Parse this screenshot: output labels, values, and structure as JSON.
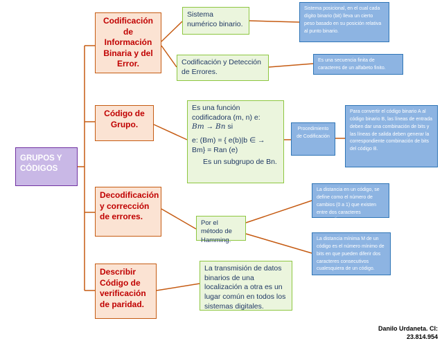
{
  "root": {
    "label": "GRUPOS Y CÓDIGOS"
  },
  "branches": [
    {
      "label": "Codificación de Información Binaria y del Error."
    },
    {
      "label": "Código de Grupo."
    },
    {
      "label": "Decodificación y corrección de errores."
    },
    {
      "label": "Describir Código de verificación de paridad."
    }
  ],
  "details": {
    "sistema_numerico": "Sistema numérico binario.",
    "sistema_posicional": "Sistema posicional, en el cual cada dígito binario (bit) lleva un cierto peso basado en su posición relativa al punto binario.",
    "codificacion_deteccion": "Codificación y Detección de Errores.",
    "secuencia_finita": "Es una secuencia finita de caracteres de un alfabeto finito.",
    "funcion_line1": "Es una función codificadora (m, n) e:",
    "funcion_map_from": "Bm",
    "funcion_map_to": "Bn",
    "funcion_si": "si",
    "funcion_line3": "e: (Bm) = { e(b)|b ∈ →",
    "funcion_line4": "Bm} = Ran (e)",
    "funcion_line5": "Es un subgrupo de Bn.",
    "procedimiento": "Procedimiento de Codificación",
    "convertir": "Para convertir el código binario A al código binario B, las líneas de entrada deben dar una combinación de bits y las líneas de salida deben generar la correspondiente combinación de bits del código B.",
    "distancia_codigo": "La distancia en un código, se define como el número de cambios (0 a 1) que existen entre dos caracteres consecutivos.",
    "hamming": "Por el método de Hamming.",
    "distancia_minima": "La distancia mínima M de un código es el número mínimo de bits en que pueden diferir dos caracteres consecutivos cualesquiera de un código.",
    "transmision": "La transmisión de datos binarios de una localización a otra es un lugar común en todos los sistemas digitales."
  },
  "footer": {
    "author": "Danilo Urdaneta. CI: 23.814.954"
  },
  "colors": {
    "root": "#c9b8e6",
    "branch": "#fbe3d3",
    "detail_green": "#ebf5dd",
    "detail_blue": "#8db4e2",
    "connector": "#c55a11"
  }
}
